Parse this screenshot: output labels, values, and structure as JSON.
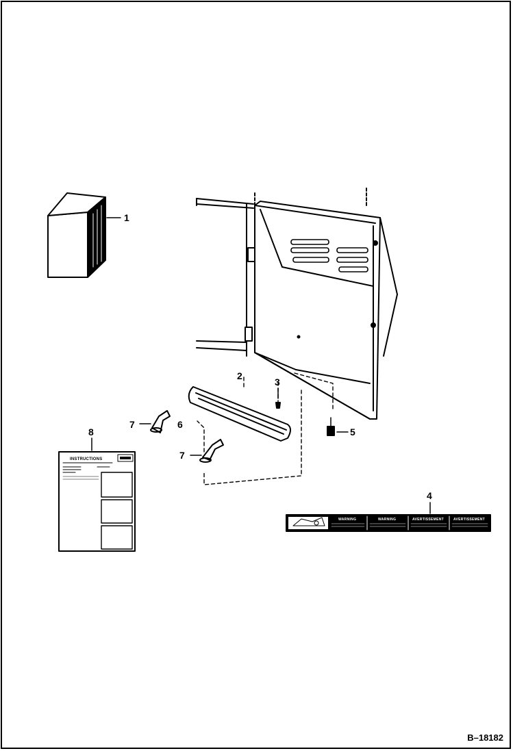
{
  "figure_id": "B–18182",
  "callouts": [
    {
      "id": "1",
      "label": "1"
    },
    {
      "id": "2",
      "label": "2"
    },
    {
      "id": "3",
      "label": "3"
    },
    {
      "id": "4",
      "label": "4"
    },
    {
      "id": "5",
      "label": "5"
    },
    {
      "id": "6",
      "label": "6"
    },
    {
      "id": "7a",
      "label": "7"
    },
    {
      "id": "7b",
      "label": "7"
    },
    {
      "id": "8",
      "label": "8"
    }
  ],
  "instruction_sheet": {
    "title": "INSTRUCTIONS"
  },
  "decal": {
    "panels": [
      "WARNING",
      "WARNING",
      "AVERTISSEMENT",
      "AVERTISSEMENT"
    ]
  },
  "colors": {
    "ink": "#000000",
    "paper": "#ffffff"
  }
}
